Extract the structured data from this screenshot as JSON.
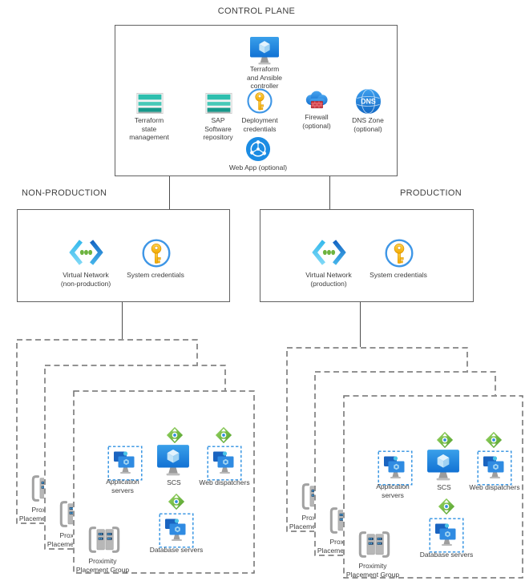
{
  "control_plane": {
    "title": "CONTROL PLANE",
    "controller": {
      "lines": [
        "Terraform",
        "and Ansible",
        "controller"
      ]
    },
    "state_mgmt": {
      "lines": [
        "Terraform",
        "state",
        "management"
      ]
    },
    "sap_repo": {
      "lines": [
        "SAP",
        "Software",
        "repository"
      ]
    },
    "deploy_creds": {
      "lines": [
        "Deployment",
        "credentials"
      ]
    },
    "firewall": {
      "lines": [
        "Firewall",
        "(optional)"
      ]
    },
    "dns_zone": {
      "lines": [
        "DNS Zone",
        "(optional)"
      ],
      "icon_text": "DNS"
    },
    "web_app": {
      "label": "Web App (optional)"
    }
  },
  "non_production": {
    "title": "NON-PRODUCTION",
    "vnet": {
      "lines": [
        "Virtual Network",
        "(non-production)"
      ]
    },
    "credentials": {
      "label": "System credentials"
    }
  },
  "production": {
    "title": "PRODUCTION",
    "vnet": {
      "lines": [
        "Virtual Network",
        "(production)"
      ]
    },
    "credentials": {
      "label": "System credentials"
    }
  },
  "workload_zone": {
    "app_servers": {
      "lines": [
        "Application",
        "servers"
      ]
    },
    "scs": {
      "label": "SCS"
    },
    "web_dispatchers": {
      "label": "Web dispatchers"
    },
    "db_servers": {
      "label": "Database servers"
    },
    "ppg": {
      "lines": [
        "Proximity",
        "Placement Group"
      ]
    }
  },
  "icons": {
    "controller": "monitor-cube-icon",
    "storage": "storage-account-icon",
    "credentials": "key-vault-icon",
    "firewall": "firewall-cloud-icon",
    "dns": "dns-globe-icon",
    "web_app": "app-service-globe-icon",
    "vnet": "virtual-network-icon",
    "availability_set": "availability-set-icon",
    "vm_group": "vm-group-dashed-icon",
    "ppg": "proximity-placement-group-icon"
  },
  "colors": {
    "azure_blue": "#2e8ae0",
    "teal": "#2ebfae",
    "green": "#6ab93f",
    "key_yellow": "#ffc21c",
    "firewall_red": "#cf3b44",
    "gray_icon": "#a3a3a3",
    "line": "#4d4d4d",
    "dash_gray": "#6e6e6e"
  }
}
